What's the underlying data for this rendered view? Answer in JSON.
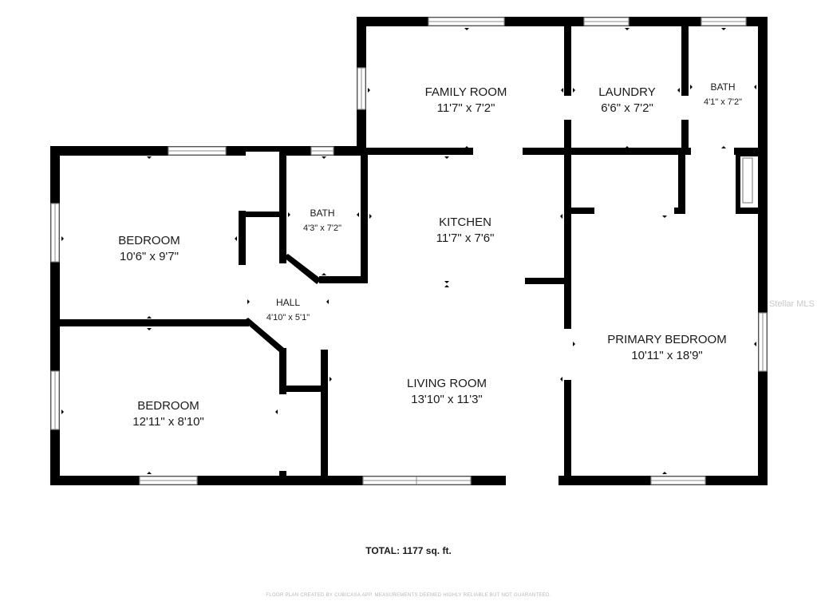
{
  "rooms": {
    "family_room": {
      "name": "FAMILY ROOM",
      "dims": "11'7\" x 7'2\""
    },
    "laundry": {
      "name": "LAUNDRY",
      "dims": "6'6\" x 7'2\""
    },
    "bath_top": {
      "name": "BATH",
      "dims": "4'1\" x 7'2\""
    },
    "bedroom_top": {
      "name": "BEDROOM",
      "dims": "10'6\" x 9'7\""
    },
    "bath_mid": {
      "name": "BATH",
      "dims": "4'3\" x 7'2\""
    },
    "kitchen": {
      "name": "KITCHEN",
      "dims": "11'7\" x 7'6\""
    },
    "hall": {
      "name": "HALL",
      "dims": "4'10\" x 5'1\""
    },
    "primary_bedroom": {
      "name": "PRIMARY BEDROOM",
      "dims": "10'11\" x 18'9\""
    },
    "bedroom_bottom": {
      "name": "BEDROOM",
      "dims": "12'11\" x 8'10\""
    },
    "living_room": {
      "name": "LIVING ROOM",
      "dims": "13'10\" x 11'3\""
    }
  },
  "total": "TOTAL: 1177 sq. ft.",
  "disclaimer": "FLOOR PLAN CREATED BY CUBICASA APP. MEASUREMENTS DEEMED HIGHLY RELIABLE BUT NOT GUARANTEED.",
  "watermark": "Stellar MLS",
  "colors": {
    "wall": "#000000",
    "window": "#8a8a8a",
    "background": "#ffffff"
  }
}
